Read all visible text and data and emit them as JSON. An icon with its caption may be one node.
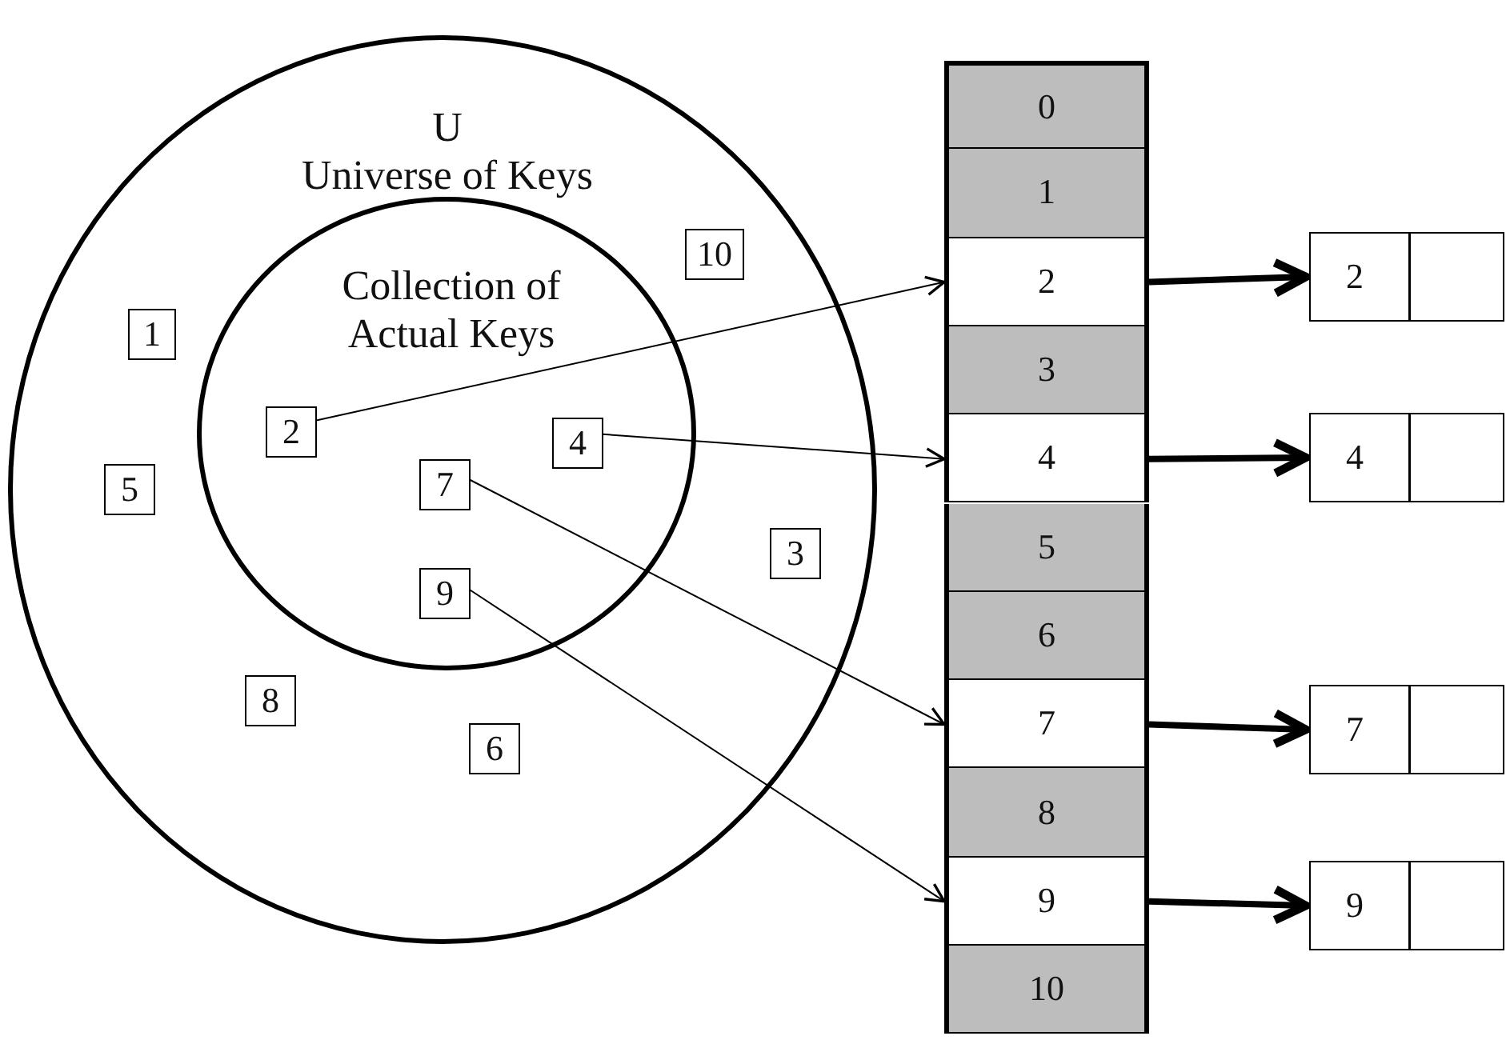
{
  "diagram": {
    "nodes": [
      {
        "text": [
          "U",
          "Universe of Keys"
        ]
      },
      {
        "text": [
          "Collection of Actual Keys"
        ],
        "in": 0
      },
      {
        "text": [
          "2"
        ],
        "in": 1
      },
      {
        "text": [
          "4"
        ],
        "in": 1
      },
      {
        "text": [
          "7"
        ],
        "in": 1
      },
      {
        "text": [
          "9"
        ],
        "in": 1
      },
      {
        "text": [
          "10"
        ],
        "in": 0
      },
      {
        "text": [
          "1"
        ],
        "in": 0
      },
      {
        "text": [
          "5"
        ],
        "in": 0
      },
      {
        "text": [
          "3"
        ],
        "in": 0
      },
      {
        "text": [
          "8"
        ],
        "in": 0
      },
      {
        "text": [
          "6"
        ],
        "in": 0
      },
      {
        "text": [
          "0"
        ]
      },
      {
        "text": [
          "1"
        ]
      },
      {
        "text": [
          "2"
        ]
      },
      {
        "text": [
          "3"
        ]
      },
      {
        "text": [
          "4"
        ]
      },
      {
        "text": [
          "5"
        ]
      },
      {
        "text": [
          "6"
        ]
      },
      {
        "text": [
          "7"
        ]
      },
      {
        "text": [
          "8"
        ]
      },
      {
        "text": [
          "9"
        ]
      },
      {
        "text": [
          "10"
        ]
      },
      {
        "text": [
          "2"
        ]
      },
      {
        "text": [
          "4"
        ]
      },
      {
        "text": [
          "7"
        ]
      },
      {
        "text": [
          "9"
        ]
      }
    ],
    "edges": [
      {
        "from": 2,
        "to": 14,
        "arrow": "to"
      },
      {
        "from": 3,
        "to": 16,
        "arrow": "to"
      },
      {
        "from": 4,
        "to": 19,
        "arrow": "to"
      },
      {
        "from": 5,
        "to": 21,
        "arrow": "to"
      },
      {
        "from": 14,
        "to": 23,
        "arrow": "to",
        "style": "thick"
      },
      {
        "from": 16,
        "to": 24,
        "arrow": "to",
        "style": "thick"
      },
      {
        "from": 19,
        "to": 25,
        "arrow": "to",
        "style": "thick"
      },
      {
        "from": 21,
        "to": 26,
        "arrow": "to",
        "style": "thick"
      }
    ]
  }
}
